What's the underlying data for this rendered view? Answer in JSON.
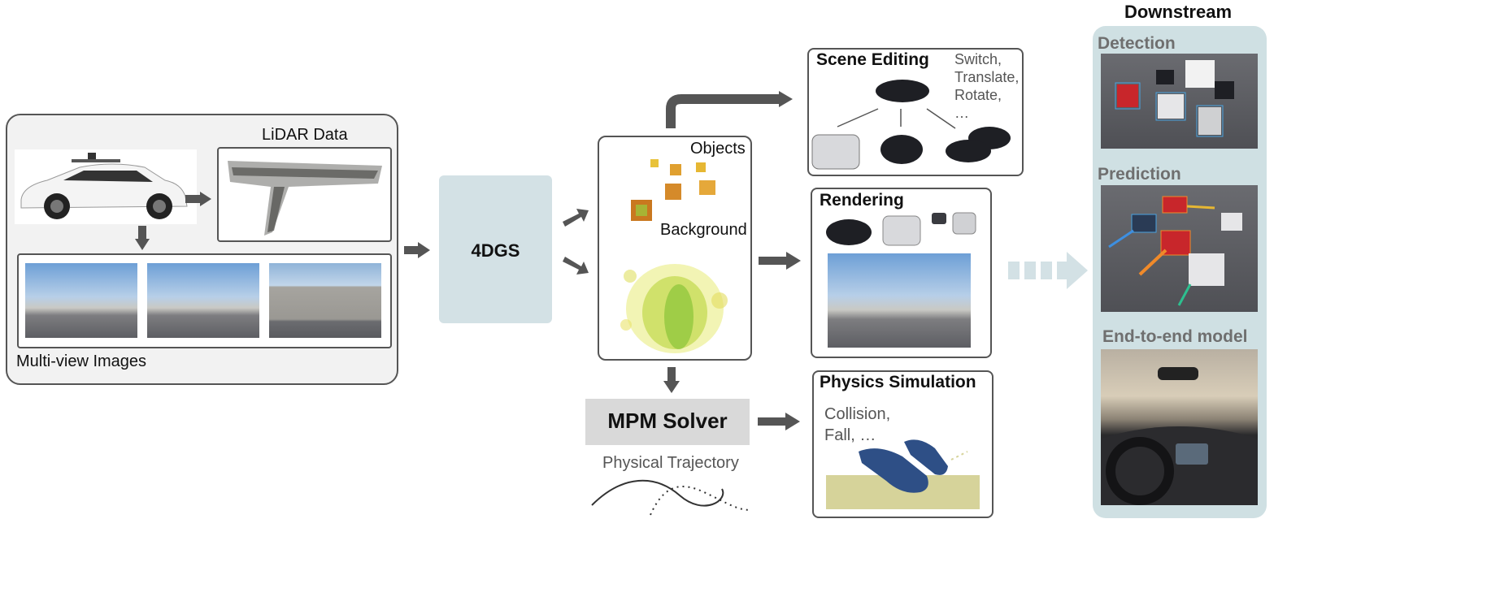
{
  "input": {
    "lidar_label": "LiDAR Data",
    "images_label": "Multi-view Images"
  },
  "core": {
    "model_label": "4DGS",
    "objects_label": "Objects",
    "background_label": "Background",
    "solver_label": "MPM Solver",
    "trajectory_label": "Physical Trajectory"
  },
  "outputs": {
    "scene_editing": {
      "title": "Scene Editing",
      "ops": "Switch,\nTranslate,\nRotate,\n…"
    },
    "rendering": {
      "title": "Rendering"
    },
    "physics": {
      "title": "Physics Simulation",
      "events": "Collision,\nFall, …"
    }
  },
  "downstream": {
    "title": "Downstream",
    "tasks": [
      "Detection",
      "Prediction",
      "End-to-end model"
    ]
  },
  "colors": {
    "arrow": "#555555",
    "model_box": "#d3e1e5",
    "downstream_bg": "#cfe0e3",
    "solver_box": "#d9d9d9",
    "car_blue": "#2e4f86"
  }
}
